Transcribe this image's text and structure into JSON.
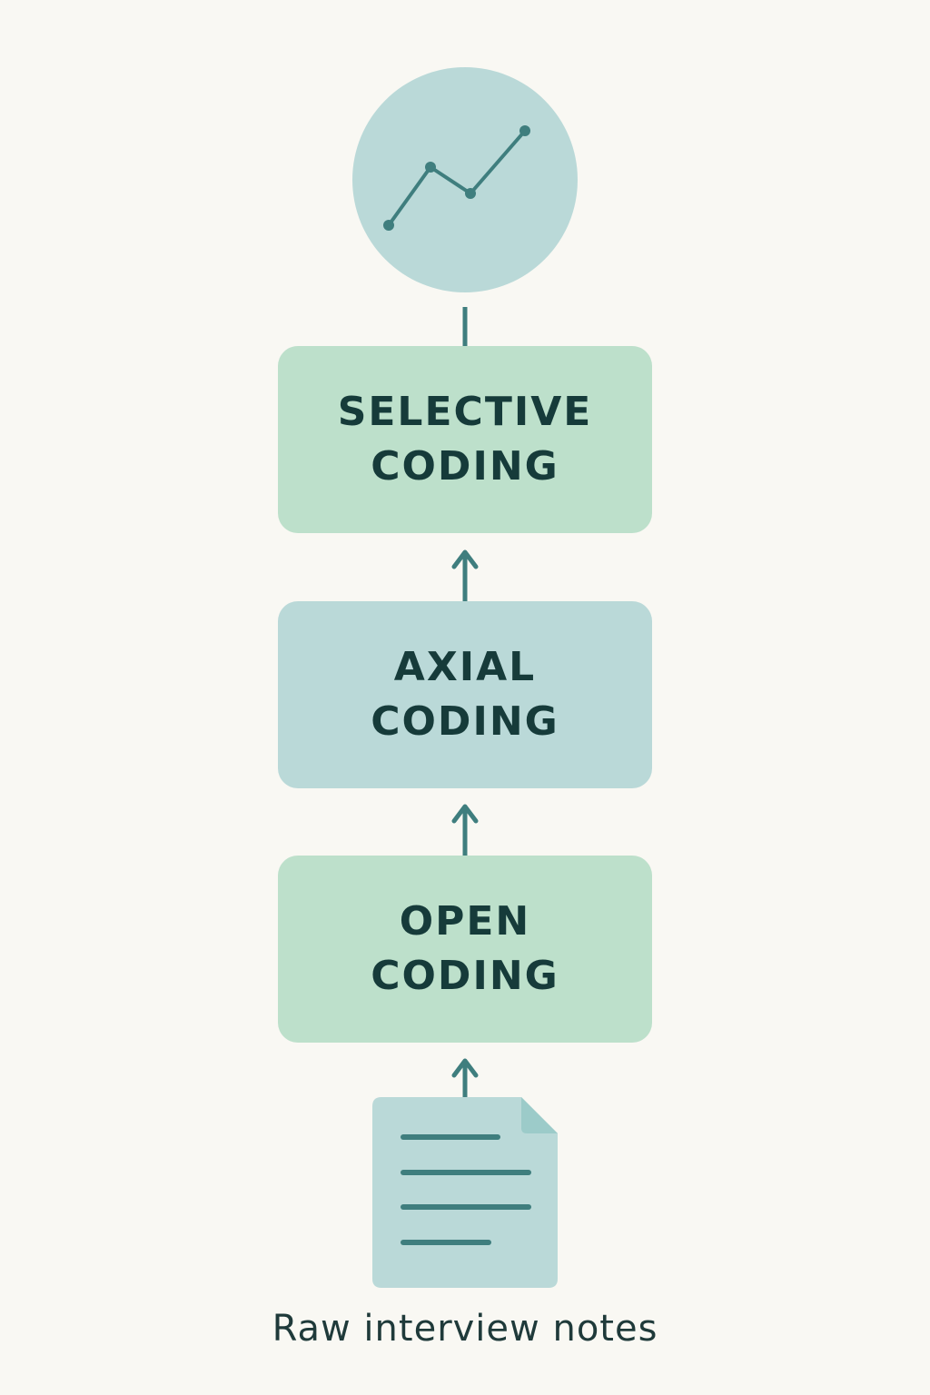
{
  "diagram": {
    "top_node": {
      "icon": "line-chart-icon"
    },
    "stages": [
      {
        "line1": "SELECTIVE",
        "line2": "CODING",
        "color": "#bde0cb"
      },
      {
        "line1": "AXIAL",
        "line2": "CODING",
        "color": "#bad9d8"
      },
      {
        "line1": "OPEN",
        "line2": "CODING",
        "color": "#bde0cb"
      }
    ],
    "source": {
      "icon": "document-icon",
      "caption": "Raw interview notes"
    },
    "colors": {
      "background": "#f9f8f3",
      "green_box": "#bde0cb",
      "blue_box": "#bad9d8",
      "accent": "#3f7e7e",
      "text": "#163b3a"
    }
  }
}
